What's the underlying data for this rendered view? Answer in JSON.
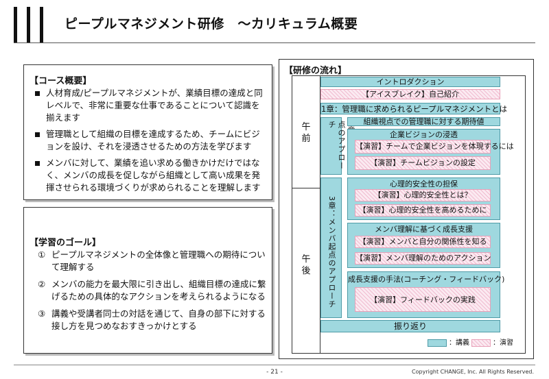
{
  "title": "ピープルマネジメント研修　～カリキュラム概要",
  "course_overview": {
    "heading": "【コース概要】",
    "items": [
      "人材育成/ピープルマネジメントが、業績目標の達成と同レベルで、非常に重要な仕事であることについて認識を揃えます",
      "管理職として組織の目標を達成するため、チームにビジョンを設け、それを浸透させるための方法を学びます",
      "メンバに対して、業績を追い求める働きかけだけではなく、メンバの成長を促しながら組織として高い成果を発揮させられる環境づくりが求められることを理解します"
    ]
  },
  "learning_goals": {
    "heading": "【学習のゴール】",
    "items": [
      {
        "num": "①",
        "text": "ピープルマネジメントの全体像と管理職への期待について理解する"
      },
      {
        "num": "②",
        "text": "メンバの能力を最大限に引き出し、組織目標の達成に繋げるための具体的なアクションを考えられるようになる"
      },
      {
        "num": "③",
        "text": "講義や受講者同士の対話を通じて、自身の部下に対する接し方を見つめなおすきっかけとする"
      }
    ]
  },
  "flow": {
    "heading": "【研修の流れ】",
    "morning": "午前",
    "afternoon": "午後",
    "intro": "イントロダクション",
    "icebreak": "【アイスブレイク】自己紹介",
    "chapter1": "1章：管理職に求められるピープルマネジメントとは",
    "chapter2": "2章：組織起点のアプローチ",
    "ch2_expectation": "組織視点での管理職に対する期待値",
    "vision_title": "企業ビジョンの浸透",
    "vision_ex1": "【演習】チームで企業ビジョンを体現するには",
    "vision_ex2": "【演習】チームビジョンの設定",
    "chapter3": "3章：メンバ起点のアプローチ",
    "safety_title": "心理的安全性の担保",
    "safety_ex1": "【演習】心理的安全性とは？",
    "safety_ex2": "【演習】心理的安全性を高めるために",
    "growth_title": "メンバ理解に基づく成長支援",
    "growth_ex1": "【演習】メンバと自分の関係性を知る",
    "growth_ex2": "【演習】メンバ理解のためのアクション",
    "feedback_title": "成長支援の手法(コーチング・フィードバック)",
    "feedback_ex": "【演習】フィードバックの実践",
    "review": "振り返り",
    "legend_lecture": "：講義",
    "legend_exercise": "：演習",
    "colors": {
      "lecture": "#9fd8df",
      "exercise": "#fbeaf1"
    }
  },
  "footer": {
    "page": "- 21 -",
    "copyright": "Copyright CHANGE, Inc. All Rights Reserved."
  }
}
